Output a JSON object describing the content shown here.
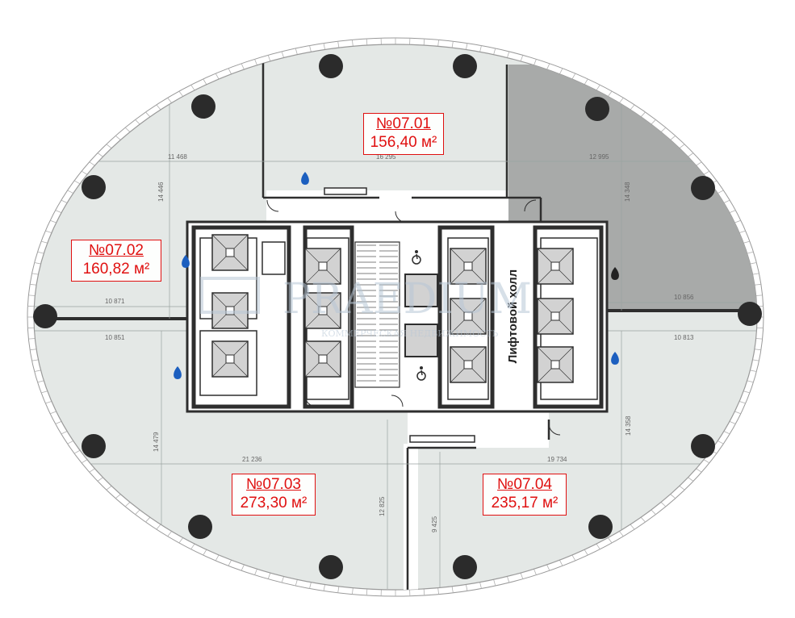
{
  "units": [
    {
      "id": "unit-07-01",
      "number": "№07.01",
      "area": "156,40 м²"
    },
    {
      "id": "unit-07-02",
      "number": "№07.02",
      "area": "160,82 м²"
    },
    {
      "id": "unit-07-03",
      "number": "№07.03",
      "area": "273,30 м²"
    },
    {
      "id": "unit-07-04",
      "number": "№07.04",
      "area": "235,17 м²"
    }
  ],
  "core": {
    "hall_label": "Лифтовой холл"
  },
  "dimensions": [
    "11 468",
    "16 295",
    "12 995",
    "14 446",
    "14 348",
    "10 871",
    "10 851",
    "10 856",
    "10 813",
    "14 479",
    "14 358",
    "21 236",
    "19 734",
    "12 825",
    "9 425"
  ],
  "watermark": {
    "brand": "PRAEDIUM",
    "tagline": "КОММЕРЧЕСКАЯ НЕДВИЖИМОСТЬ"
  },
  "colors": {
    "floor": "#e4e8e6",
    "leased": "#a8aaa9",
    "wall": "#2e2e2e",
    "label": "#e01010",
    "water": "#1c5fbf"
  },
  "icons": [
    "column-icon",
    "water-drop-icon",
    "elevator-icon",
    "wheelchair-icon",
    "door-icon"
  ]
}
